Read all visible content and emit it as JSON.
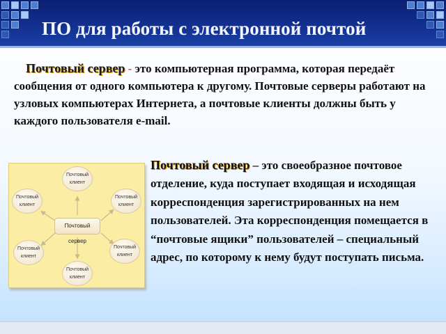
{
  "slide": {
    "title": "ПО для работы с электронной почтой",
    "paragraph1": {
      "term": "Почтовый сервер",
      "dash": " - ",
      "text": "это компьютерная программа, которая передаёт сообщения от одного компьютера к другому. Почтовые серверы работают на узловых компьютерах Интернета, а почтовые клиенты должны быть у каждого пользователя e-mail."
    },
    "paragraph2": {
      "term": "Почтовый сервер",
      "text": " – это своеобразное почтовое отделение, куда поступает входящая и исходящая корреспонденция зарегистрированных на нем пользователей. Эта корреспонденция помещается в “почтовые ящики” пользователей – специальный адрес, по которому к нему будут поступать письма."
    },
    "diagram": {
      "server_label": "Почтовый сервер",
      "clients": [
        {
          "line1": "Почтовый",
          "line2": "клиент"
        },
        {
          "line1": "Почтовый",
          "line2": "клиент"
        },
        {
          "line1": "Почтовый",
          "line2": "клиент"
        },
        {
          "line1": "Почтовый",
          "line2": "клиент"
        },
        {
          "line1": "Почтовый",
          "line2": "клиент"
        },
        {
          "line1": "Почтовый",
          "line2": "клиент"
        }
      ]
    },
    "colors": {
      "header": "#12308f",
      "title_text": "#f3f6ff",
      "diagram_bg": "#fbeda4",
      "arrow": "#c9b98f"
    }
  }
}
